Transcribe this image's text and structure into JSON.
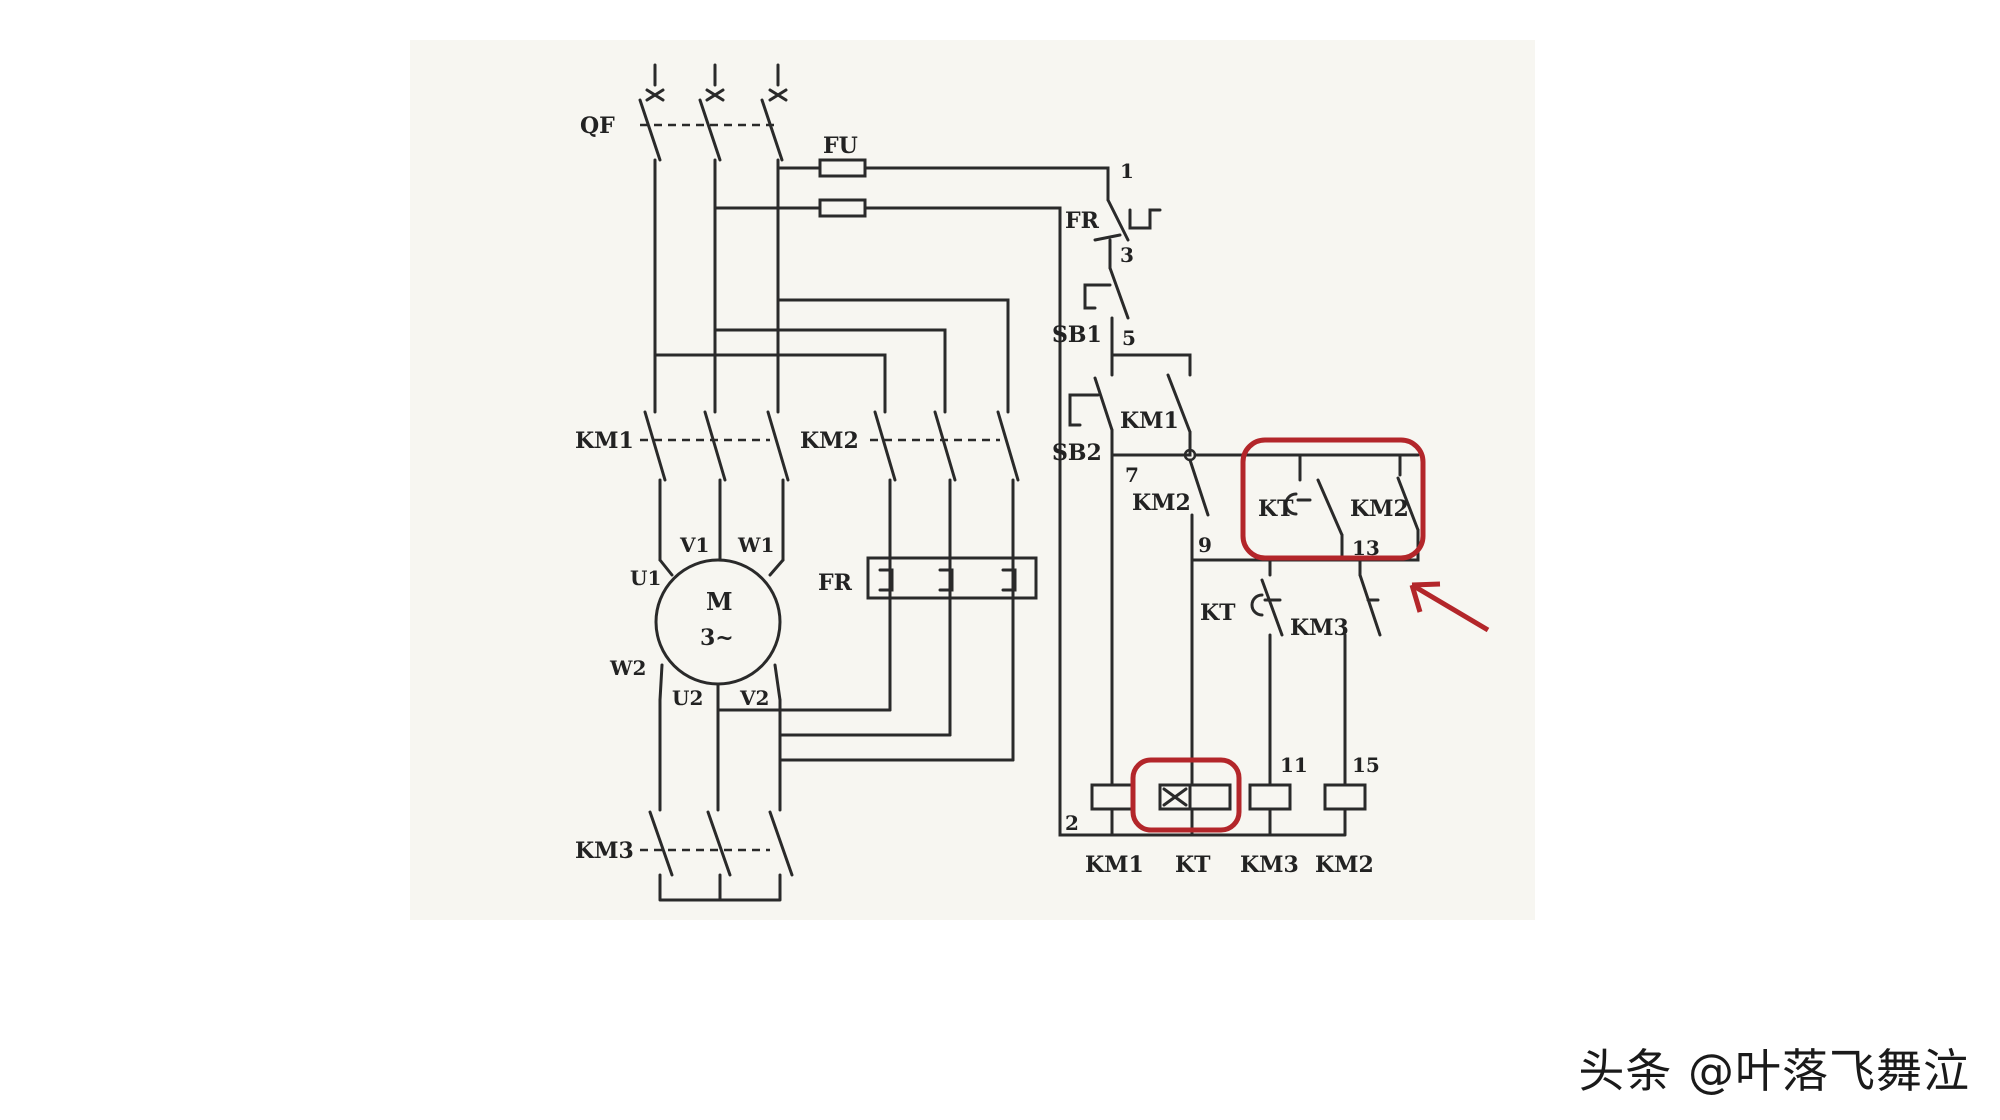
{
  "diagram": {
    "power": {
      "breaker": "QF",
      "fuse": "FU",
      "contactor_1": "KM1",
      "contactor_2": "KM2",
      "contactor_3": "KM3",
      "overload": "FR"
    },
    "motor": {
      "name": "M",
      "type": "3~",
      "terminals": [
        "U1",
        "V1",
        "W1",
        "U2",
        "V2",
        "W2"
      ]
    },
    "control": {
      "nodes": [
        "1",
        "3",
        "5",
        "7",
        "9",
        "11",
        "13",
        "15",
        "2"
      ],
      "fr_contact": "FR",
      "stop_button": "SB1",
      "start_button": "SB2",
      "km1_hold": "KM1",
      "km2_nc": "KM2",
      "kt_nc": "KT",
      "km3_nc": "KM3",
      "kt_no": "KT",
      "km2_hold": "KM2",
      "coils": [
        "KM1",
        "KT",
        "KM3",
        "KM2"
      ]
    }
  },
  "watermark": "头条 @叶落飞舞泣",
  "colors": {
    "highlight": "#b3262a",
    "ink": "#2a2a2a",
    "scan_background": "#f7f6f1"
  }
}
